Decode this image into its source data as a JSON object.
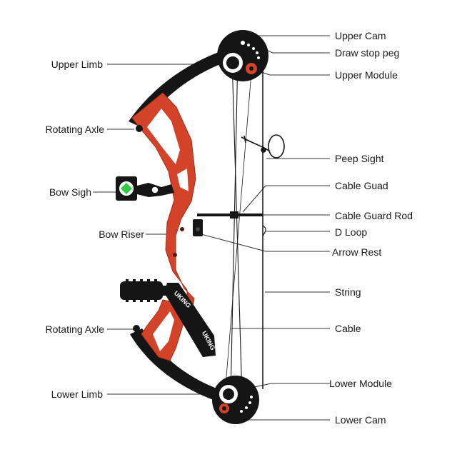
{
  "labels": {
    "upper_cam": "Upper Cam",
    "draw_stop_peg": "Draw stop peg",
    "upper_module": "Upper Module",
    "peep_sight": "Peep Sight",
    "cable_guad": "Cable Guad",
    "cable_guard_rod": "Cable Guard Rod",
    "d_loop": "D Loop",
    "arrow_rest": "Arrow Rest",
    "string": "String",
    "cable": "Cable",
    "lower_module": "Lower Module",
    "lower_cam": "Lower Cam",
    "upper_limb": "Upper Limb",
    "rotating_axle_top": "Rotating Axle",
    "bow_sigh": "Bow Sigh",
    "bow_riser": "Bow Riser",
    "rotating_axle_bottom": "Rotating Axle",
    "lower_limb": "Lower Limb"
  },
  "brand_marks": [
    "UKING",
    "UKING"
  ],
  "colors": {
    "riser": "#d2432a",
    "riser_dark": "#a52d18",
    "limb": "#151515",
    "leader": "#333333",
    "sight_pin": "#2ecc40"
  }
}
